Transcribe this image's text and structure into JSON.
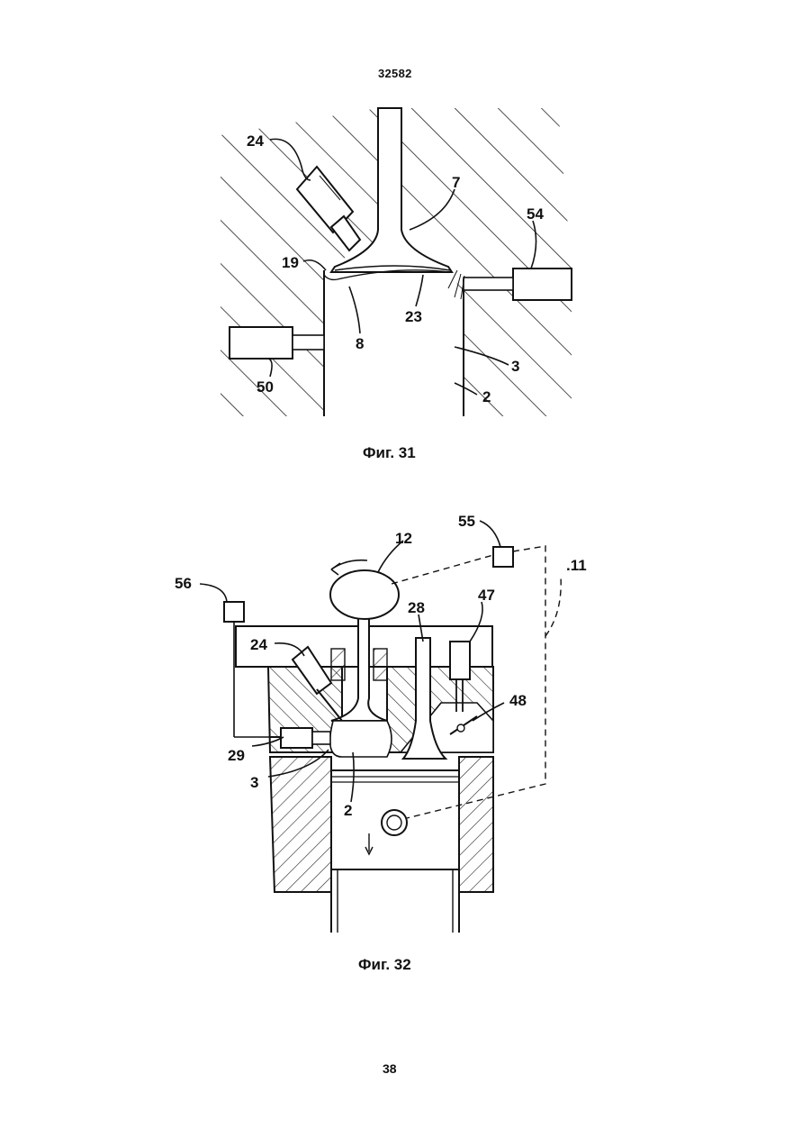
{
  "document_number": "32582",
  "page_number": "38",
  "figures": [
    {
      "caption": "Фиг. 31",
      "labels": [
        "24",
        "7",
        "54",
        "19",
        "23",
        "8",
        "50",
        "3",
        "2"
      ]
    },
    {
      "caption": "Фиг. 32",
      "labels": [
        "55",
        "12",
        ".11",
        "56",
        "28",
        "47",
        "24",
        "48",
        "29",
        "3",
        "2"
      ]
    }
  ]
}
